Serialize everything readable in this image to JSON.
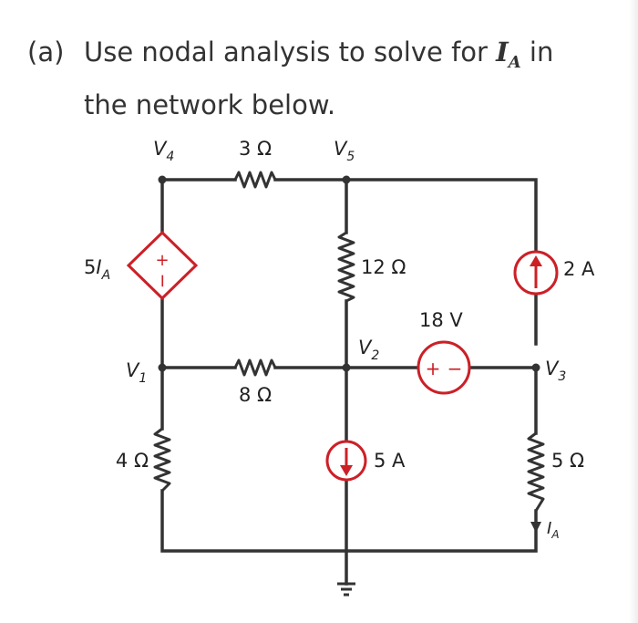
{
  "problem": {
    "part": "(a)",
    "text_before": "Use nodal analysis to solve for ",
    "var_main": "I",
    "var_sub": "A",
    "text_after": " in the network below."
  },
  "circuit": {
    "nodes": {
      "v4": {
        "main": "V",
        "sub": "4"
      },
      "v5": {
        "main": "V",
        "sub": "5"
      },
      "v1": {
        "main": "V",
        "sub": "1"
      },
      "v2": {
        "main": "V",
        "sub": "2"
      },
      "v3": {
        "main": "V",
        "sub": "3"
      }
    },
    "resistors": {
      "r_top": "3 Ω",
      "r_mid_vert": "12 Ω",
      "r_mid_horiz": "8 Ω",
      "r_left_bottom": "4 Ω",
      "r_right_bottom": "5 Ω"
    },
    "sources": {
      "dependent_voltage": {
        "coef": "5",
        "main": "I",
        "sub": "A",
        "plus": "+",
        "minus": "−"
      },
      "current_right": "2 A",
      "voltage_mid": {
        "value": "18 V",
        "plus": "+",
        "minus": "−"
      },
      "current_bottom": "5 A"
    },
    "current_label": {
      "main": "I",
      "sub": "A"
    },
    "colors": {
      "wire": "#333333",
      "source": "#cc2027"
    }
  }
}
